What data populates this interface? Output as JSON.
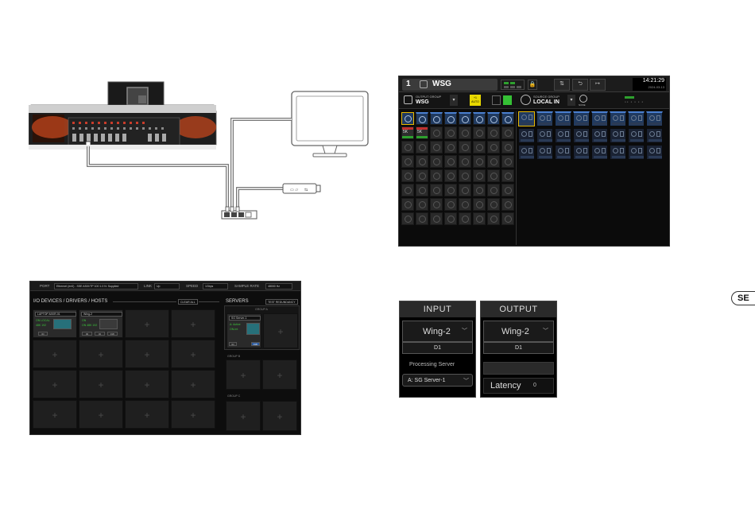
{
  "page_tab": "SE",
  "mixer": {
    "channel_number": "1",
    "channel_name": "WSG",
    "lock_glyph": "🔒",
    "buttons": [
      {
        "label": "",
        "icon": "sliders-icon"
      },
      {
        "label": "",
        "icon": "return-icon"
      },
      {
        "label": "",
        "icon": "logout-icon"
      }
    ],
    "time": "14:21:29",
    "date": "2024-03-13",
    "output_group_label": "OUTPUT GROUP",
    "output_group_value": "WSG",
    "auto_label_top": "+1",
    "auto_label": "AUTO",
    "source_group_label": "SOURCE GROUP",
    "source_group_value": "LOCAL IN",
    "none_label": "NONE",
    "dropdown_glyph": "▾",
    "labelled_cells": [
      {
        "text": "5K"
      },
      {
        "text": "5K"
      }
    ]
  },
  "dashboard": {
    "port_label": "PORT",
    "port_value": "Ethernet (en0) - SSE ASIX/TP 100 1.0 N: Supplied",
    "link_label": "LINK",
    "link_value": "Up",
    "speed_label": "SPEED",
    "speed_value": "1Gbps",
    "sample_rate_label": "SAMPLE RATE",
    "sample_rate_value": "48000 Hz",
    "devices_heading": "I/O DEVICES / DRIVERS / HOSTS",
    "clear_all": "CLEAR ALL",
    "servers_heading": "SERVERS",
    "test_redundancy": "TEST REDUNDANCY",
    "plus_glyph": "+",
    "devices": [
      {
        "name": "LAPTOP-MIXR-01",
        "status1": "ON LOCAL",
        "status2": "48K 192",
        "buttons": [
          "ID"
        ]
      },
      {
        "name": "Wing-2",
        "status1": "ON",
        "status2": "ON 48K 192",
        "buttons": [
          "ID",
          "IO",
          "FW"
        ]
      }
    ],
    "group_a": "GROUP A",
    "group_b": "GROUP B",
    "group_c": "GROUP C",
    "server": {
      "name": "SG Server-1",
      "status1": "A: Active",
      "status2": "ON-Int",
      "buttons": [
        "ID",
        "FW"
      ]
    }
  },
  "input_panel": {
    "title": "INPUT",
    "device": "Wing-2",
    "channel": "D1",
    "processing_label": "Processing Server",
    "processing_value": "A: SG Server-1"
  },
  "output_panel": {
    "title": "OUTPUT",
    "device": "Wing-2",
    "channel": "D1",
    "latency_label": "Latency",
    "latency_value": "0"
  },
  "colors": {
    "accent_yellow": "#e8d800",
    "active_green": "#35c135",
    "selection_blue": "#4a7fcf",
    "highlight_orange": "#e85a2a"
  }
}
